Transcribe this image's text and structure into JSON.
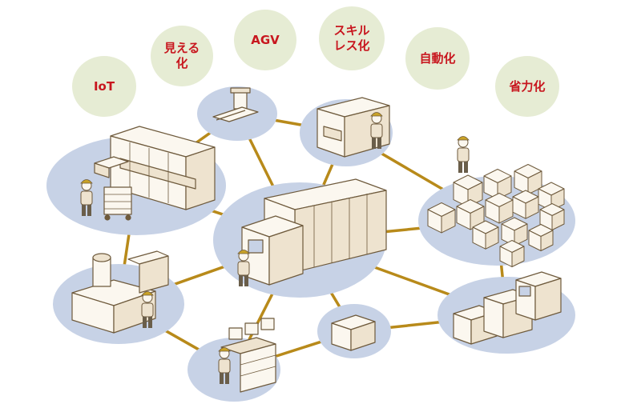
{
  "colors": {
    "bubble_fill": "#e6ecd4",
    "bubble_text": "#c8171f",
    "node_fill": "#c7d2e6",
    "link": "#b88a1a",
    "line_art": "#6e5a3c",
    "machine_fill": "#fbf7ef",
    "machine_shade": "#eee3cf",
    "worker_cap": "#c9a227",
    "worker_body": "#eee3cf",
    "worker_pants": "#6a5e4a"
  },
  "bubbles": [
    {
      "id": "iot",
      "label": "IoT"
    },
    {
      "id": "visualization",
      "label": "見える\n化"
    },
    {
      "id": "agv",
      "label": "AGV"
    },
    {
      "id": "skill",
      "label": "スキル\nレス化"
    },
    {
      "id": "automation",
      "label": "自動化"
    },
    {
      "id": "labor",
      "label": "省力化"
    }
  ],
  "nodes": [
    {
      "id": "center",
      "icon": "machine-operator-icon"
    },
    {
      "id": "production-line",
      "icon": "production-line-icon"
    },
    {
      "id": "agv-cart",
      "icon": "forklift-icon"
    },
    {
      "id": "packing",
      "icon": "packing-station-icon"
    },
    {
      "id": "warehouse",
      "icon": "boxes-icon"
    },
    {
      "id": "press",
      "icon": "press-machine-icon"
    },
    {
      "id": "terminal",
      "icon": "terminal-machines-icon"
    },
    {
      "id": "printer",
      "icon": "printer-icon"
    },
    {
      "id": "monitoring",
      "icon": "monitoring-desk-icon"
    }
  ],
  "links": [
    [
      "production-line",
      "agv-cart"
    ],
    [
      "agv-cart",
      "packing"
    ],
    [
      "agv-cart",
      "center"
    ],
    [
      "packing",
      "center"
    ],
    [
      "packing",
      "warehouse"
    ],
    [
      "production-line",
      "center"
    ],
    [
      "warehouse",
      "center"
    ],
    [
      "warehouse",
      "terminal"
    ],
    [
      "production-line",
      "press"
    ],
    [
      "press",
      "center"
    ],
    [
      "press",
      "monitoring"
    ],
    [
      "center",
      "terminal"
    ],
    [
      "center",
      "printer"
    ],
    [
      "center",
      "monitoring"
    ],
    [
      "monitoring",
      "printer"
    ],
    [
      "printer",
      "terminal"
    ]
  ]
}
